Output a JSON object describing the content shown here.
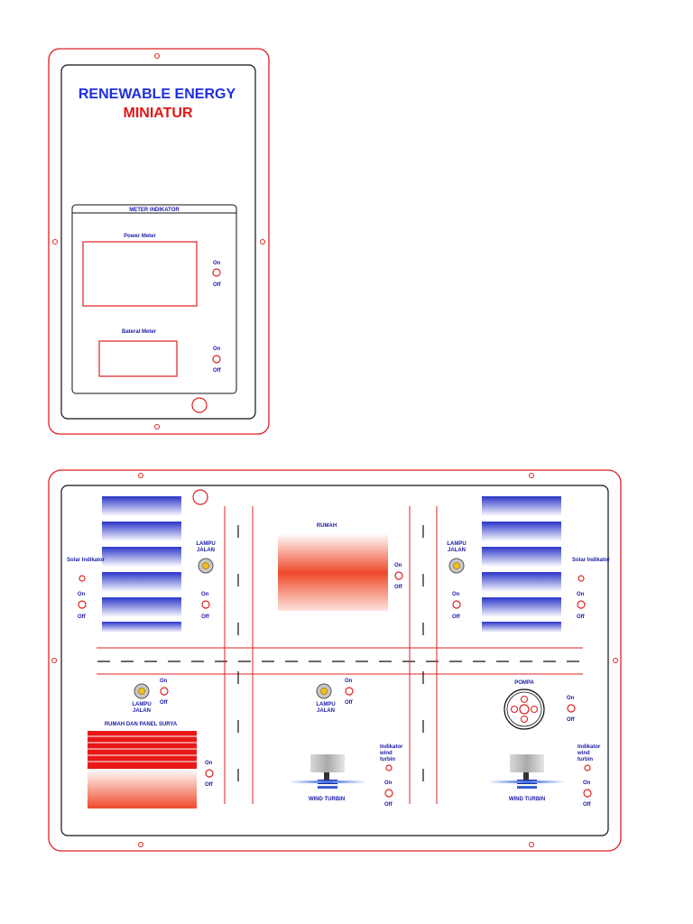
{
  "top_panel": {
    "title_line1": "RENEWABLE ENERGY",
    "title_line2": "MINIATUR",
    "meter_header": "METER INDIKATOR",
    "power_meter_label": "Power Meter",
    "battery_meter_label": "Bateral Meter"
  },
  "switch": {
    "on": "On",
    "off": "Off"
  },
  "bottom_panel": {
    "solar_indicator": "Solar Indikator",
    "street_lamp_line1": "LAMPU",
    "street_lamp_line2": "JALAN",
    "house": "RUMAH",
    "house_solar": "RUMAH DAN PANEL SURYA",
    "pump": "POMPA",
    "wind_turbine": "WIND TURBIN",
    "wind_indicator_line1": "Indikator",
    "wind_indicator_line2": "wind",
    "wind_indicator_line3": "turbin"
  },
  "colors": {
    "outline": "#e02020",
    "panel_border": "#111111",
    "label": "#1a1aa8",
    "solar_blue": "#3040d0"
  }
}
